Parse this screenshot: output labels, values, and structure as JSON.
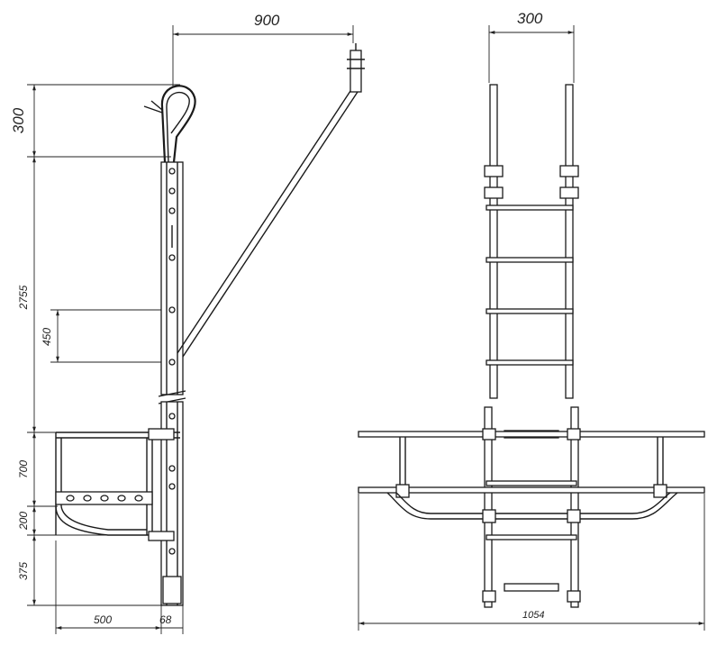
{
  "dimensions": {
    "side_top_width": "900",
    "hook_height": "300",
    "ladder_height": "2755",
    "rung_pitch": "450",
    "platform_rail_height": "700",
    "platform_depth_height": "200",
    "bottom_extension": "375",
    "platform_width": "500",
    "stringer_width": "68",
    "front_width": "300",
    "total_width": "1054"
  }
}
